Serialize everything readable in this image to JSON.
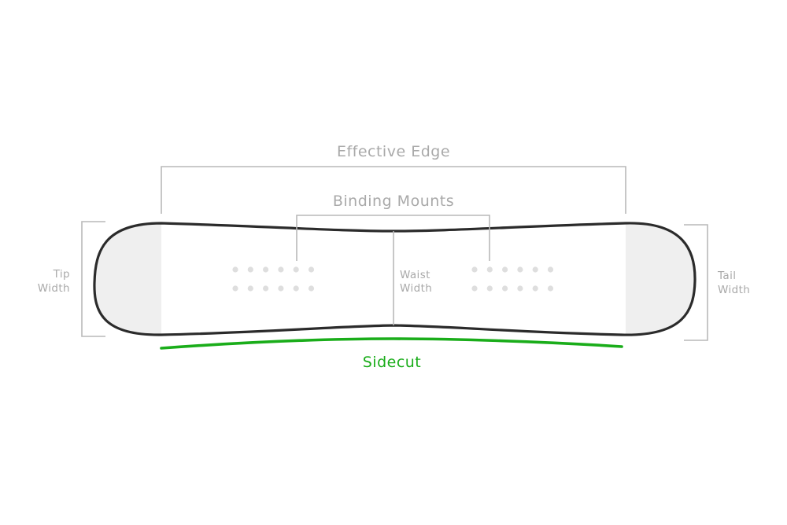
{
  "labels": {
    "effective_edge": "Effective Edge",
    "binding_mounts": "Binding Mounts",
    "waist_width_line1": "Waist",
    "waist_width_line2": "Width",
    "tip_width_line1": "Tip",
    "tip_width_line2": "Width",
    "tail_width_line1": "Tail",
    "tail_width_line2": "Width",
    "sidecut": "Sidecut"
  },
  "colors": {
    "outline": "#2b2b2b",
    "bracket": "#b9b9b9",
    "label": "#a9a9a9",
    "sidecut": "#1aad1a",
    "tip_tail_fill": "#efefef",
    "insert_dot": "#dedede"
  },
  "binding_inserts": {
    "rows_per_side": 2,
    "columns_per_side": 6
  }
}
